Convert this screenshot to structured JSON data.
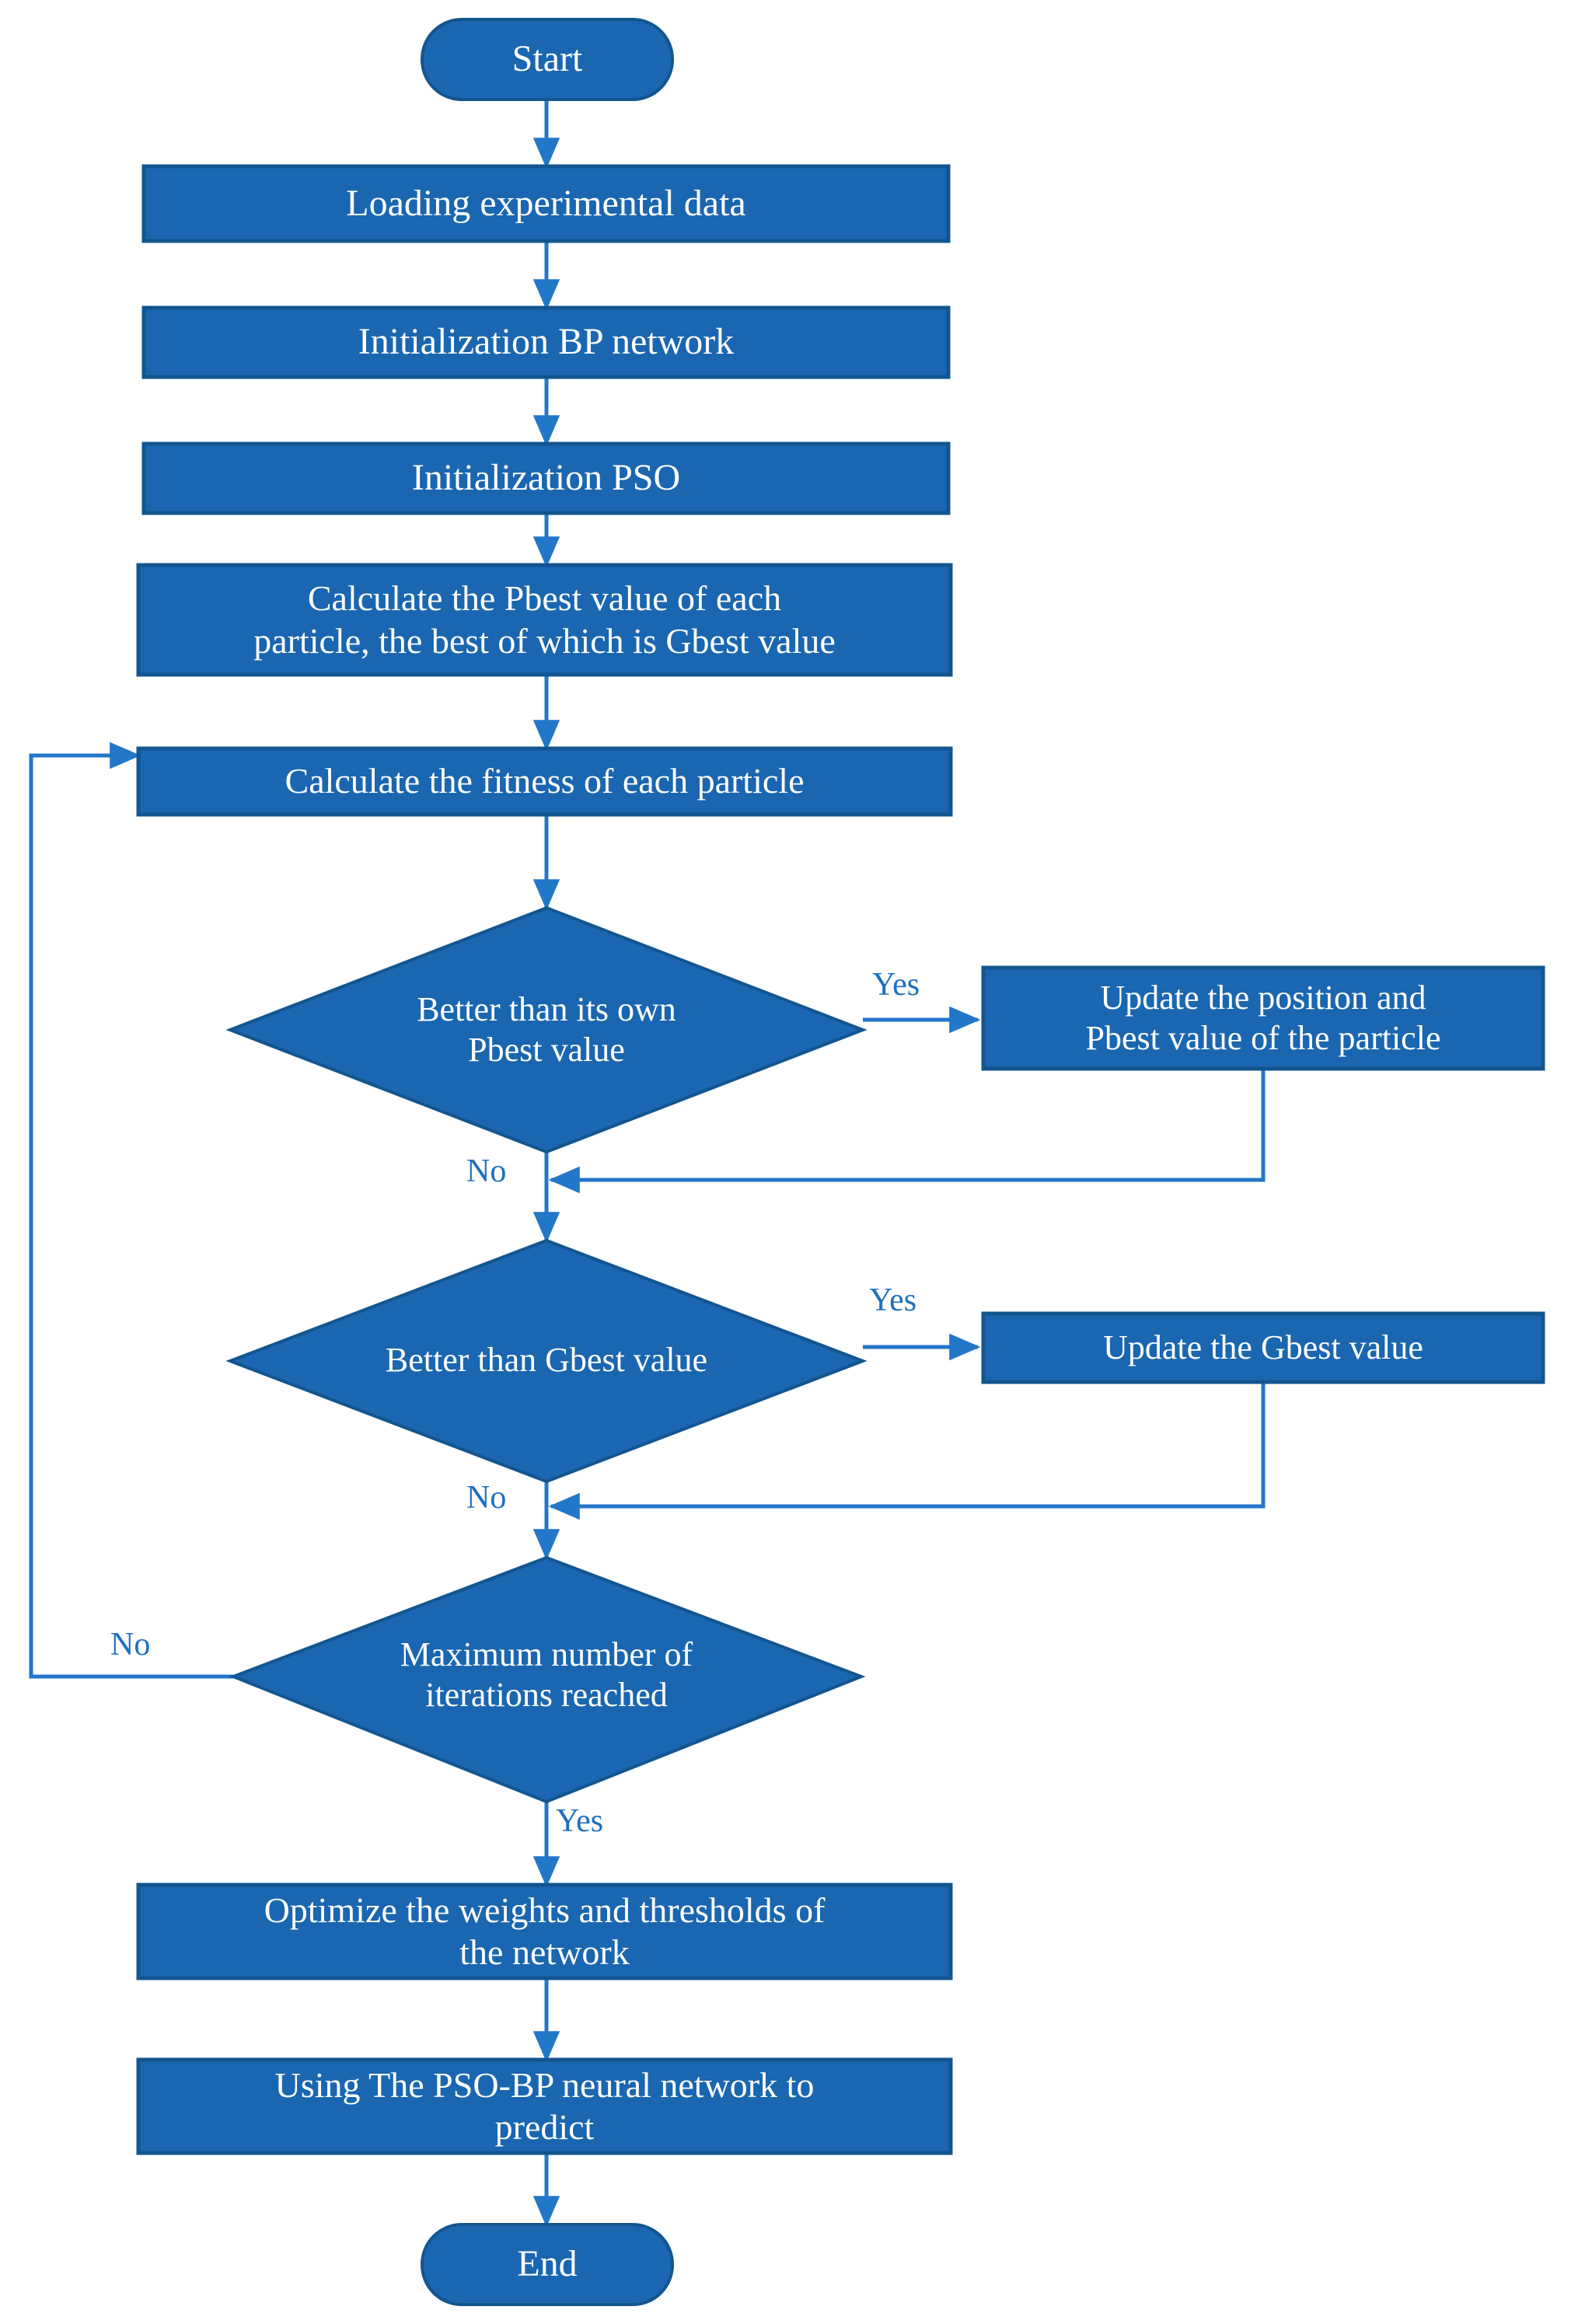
{
  "diagram": {
    "title": "PSO-BP neural network prediction flowchart",
    "type": "flowchart",
    "colors": {
      "node_fill": "#1A66B0",
      "node_border": "#12558F",
      "node_text": "#FFFFFF",
      "connector": "#2277C8",
      "label_text": "#1F6FBF",
      "background": "#FFFFFF"
    },
    "nodes": [
      {
        "id": "start",
        "shape": "terminator",
        "label": "Start"
      },
      {
        "id": "load",
        "shape": "process",
        "label": "Loading experimental data"
      },
      {
        "id": "init_bp",
        "shape": "process",
        "label": "Initialization BP network"
      },
      {
        "id": "init_pso",
        "shape": "process",
        "label": "Initialization PSO"
      },
      {
        "id": "calc_pbest",
        "shape": "process",
        "label": "Calculate the Pbest value of each\nparticle, the best of which is Gbest value"
      },
      {
        "id": "calc_fitness",
        "shape": "process",
        "label": "Calculate the fitness of each particle"
      },
      {
        "id": "dec_pbest",
        "shape": "decision",
        "label": "Better than its own\nPbest value"
      },
      {
        "id": "upd_pbest",
        "shape": "process",
        "label": "Update the position and\nPbest value of the particle"
      },
      {
        "id": "dec_gbest",
        "shape": "decision",
        "label": "Better than Gbest value"
      },
      {
        "id": "upd_gbest",
        "shape": "process",
        "label": "Update the Gbest value"
      },
      {
        "id": "dec_maxiter",
        "shape": "decision",
        "label": "Maximum number of\niterations reached"
      },
      {
        "id": "optimize",
        "shape": "process",
        "label": "Optimize the weights and thresholds of\nthe network"
      },
      {
        "id": "predict",
        "shape": "process",
        "label": "Using The PSO-BP neural network to\npredict"
      },
      {
        "id": "end",
        "shape": "terminator",
        "label": "End"
      }
    ],
    "edge_labels": {
      "pbest_yes": "Yes",
      "pbest_no": "No",
      "gbest_yes": "Yes",
      "gbest_no": "No",
      "maxiter_no": "No",
      "maxiter_yes": "Yes"
    },
    "edges": [
      {
        "from": "start",
        "to": "load",
        "label": ""
      },
      {
        "from": "load",
        "to": "init_bp",
        "label": ""
      },
      {
        "from": "init_bp",
        "to": "init_pso",
        "label": ""
      },
      {
        "from": "init_pso",
        "to": "calc_pbest",
        "label": ""
      },
      {
        "from": "calc_pbest",
        "to": "calc_fitness",
        "label": ""
      },
      {
        "from": "calc_fitness",
        "to": "dec_pbest",
        "label": ""
      },
      {
        "from": "dec_pbest",
        "to": "upd_pbest",
        "label": "Yes"
      },
      {
        "from": "dec_pbest",
        "to": "dec_gbest",
        "label": "No"
      },
      {
        "from": "upd_pbest",
        "to": "dec_gbest",
        "label": ""
      },
      {
        "from": "dec_gbest",
        "to": "upd_gbest",
        "label": "Yes"
      },
      {
        "from": "dec_gbest",
        "to": "dec_maxiter",
        "label": "No"
      },
      {
        "from": "upd_gbest",
        "to": "dec_maxiter",
        "label": ""
      },
      {
        "from": "dec_maxiter",
        "to": "calc_fitness",
        "label": "No"
      },
      {
        "from": "dec_maxiter",
        "to": "optimize",
        "label": "Yes"
      },
      {
        "from": "optimize",
        "to": "predict",
        "label": ""
      },
      {
        "from": "predict",
        "to": "end",
        "label": ""
      }
    ]
  }
}
